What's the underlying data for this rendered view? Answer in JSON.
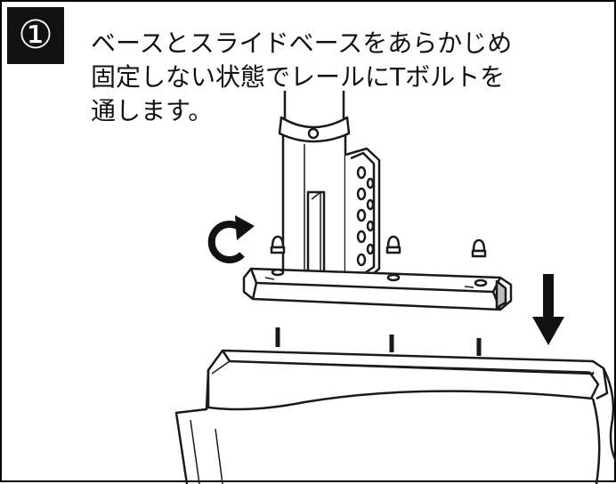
{
  "step": {
    "number": "①"
  },
  "instruction": {
    "lines": [
      "ベースとスライドベースをあらかじめ",
      "固定しない状態でレールにTボルトを",
      "通します。"
    ]
  },
  "illustration": {
    "icons": [
      "rotate-clockwise-arrow-icon",
      "down-arrow-icon"
    ],
    "stroke_color": "#1a1a1a",
    "shade_color": "#bdbdbd"
  }
}
